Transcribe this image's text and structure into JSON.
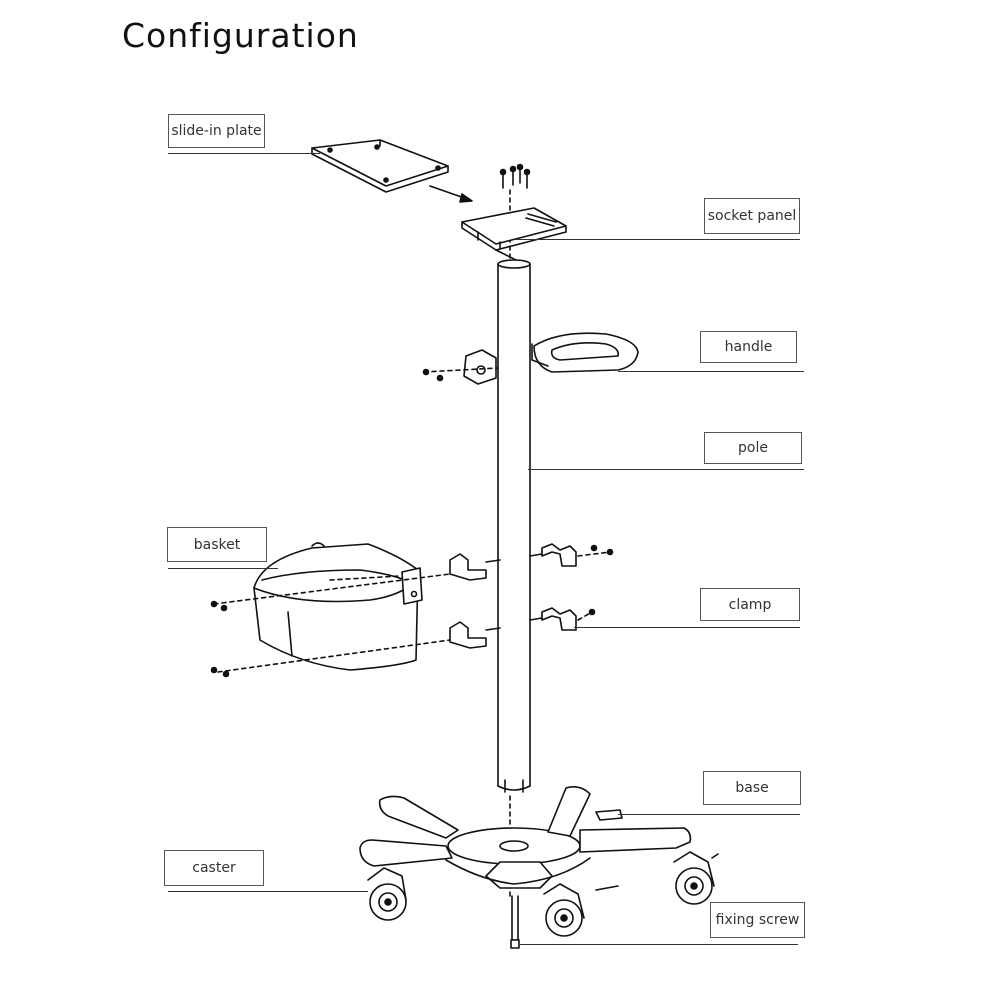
{
  "title": "Configuration",
  "labels": {
    "slide_in_plate": "slide-in plate",
    "socket_panel": "socket panel",
    "handle": "handle",
    "pole": "pole",
    "basket": "basket",
    "clamp": "clamp",
    "base": "base",
    "caster": "caster",
    "fixing_screw": "fixing screw"
  },
  "colors": {
    "stroke": "#111111",
    "label_border": "#555555"
  }
}
